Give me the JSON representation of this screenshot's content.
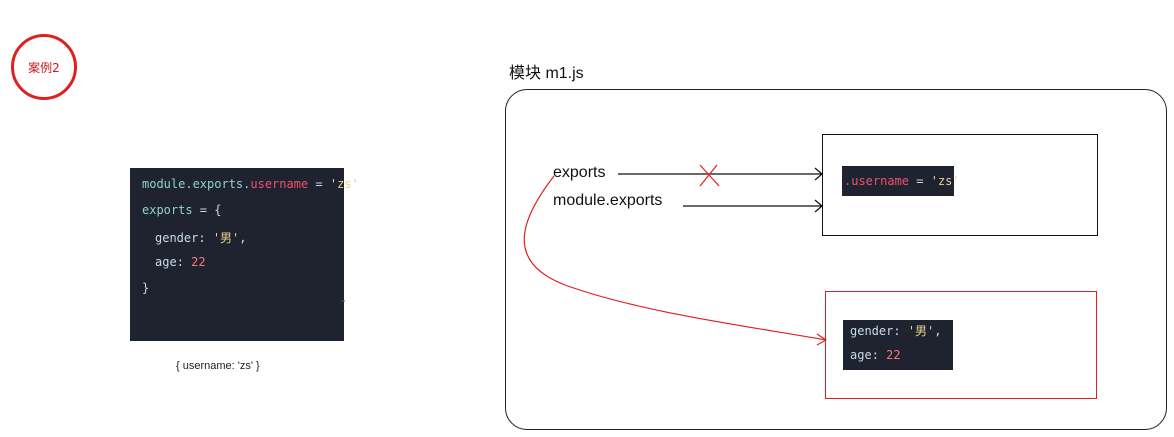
{
  "badge": {
    "label": "案例2"
  },
  "main_code": {
    "line1": {
      "obj": "module.exports.",
      "prop": "username",
      "eq": " = ",
      "str": "'zs'"
    },
    "line2": {
      "obj": "exports",
      "rest": " = {"
    },
    "line3": {
      "key": "gender",
      "colon": ": ",
      "str": "'男'",
      "comma": ","
    },
    "line4": {
      "key": "age",
      "colon": ": ",
      "num": "22"
    },
    "line5": {
      "text": "}"
    }
  },
  "result_label": "{ username: 'zs' }",
  "module": {
    "title": "模块   m1.js"
  },
  "refs": {
    "exports": "exports",
    "module_exports": "module.exports"
  },
  "snippet_username": {
    "prop": ".username",
    "eq": " = ",
    "str": "'zs'"
  },
  "snippet_gender": {
    "line1": {
      "key": "gender",
      "colon": ": ",
      "str": "'男'",
      "comma": ","
    },
    "line2": {
      "key": "age",
      "colon": ": ",
      "num": "22"
    }
  },
  "colors": {
    "code_bg": "#1f2330",
    "accent_red": "#e02020",
    "string": "#e8d28a",
    "property": "#f0506e",
    "number": "#f47a7a"
  }
}
